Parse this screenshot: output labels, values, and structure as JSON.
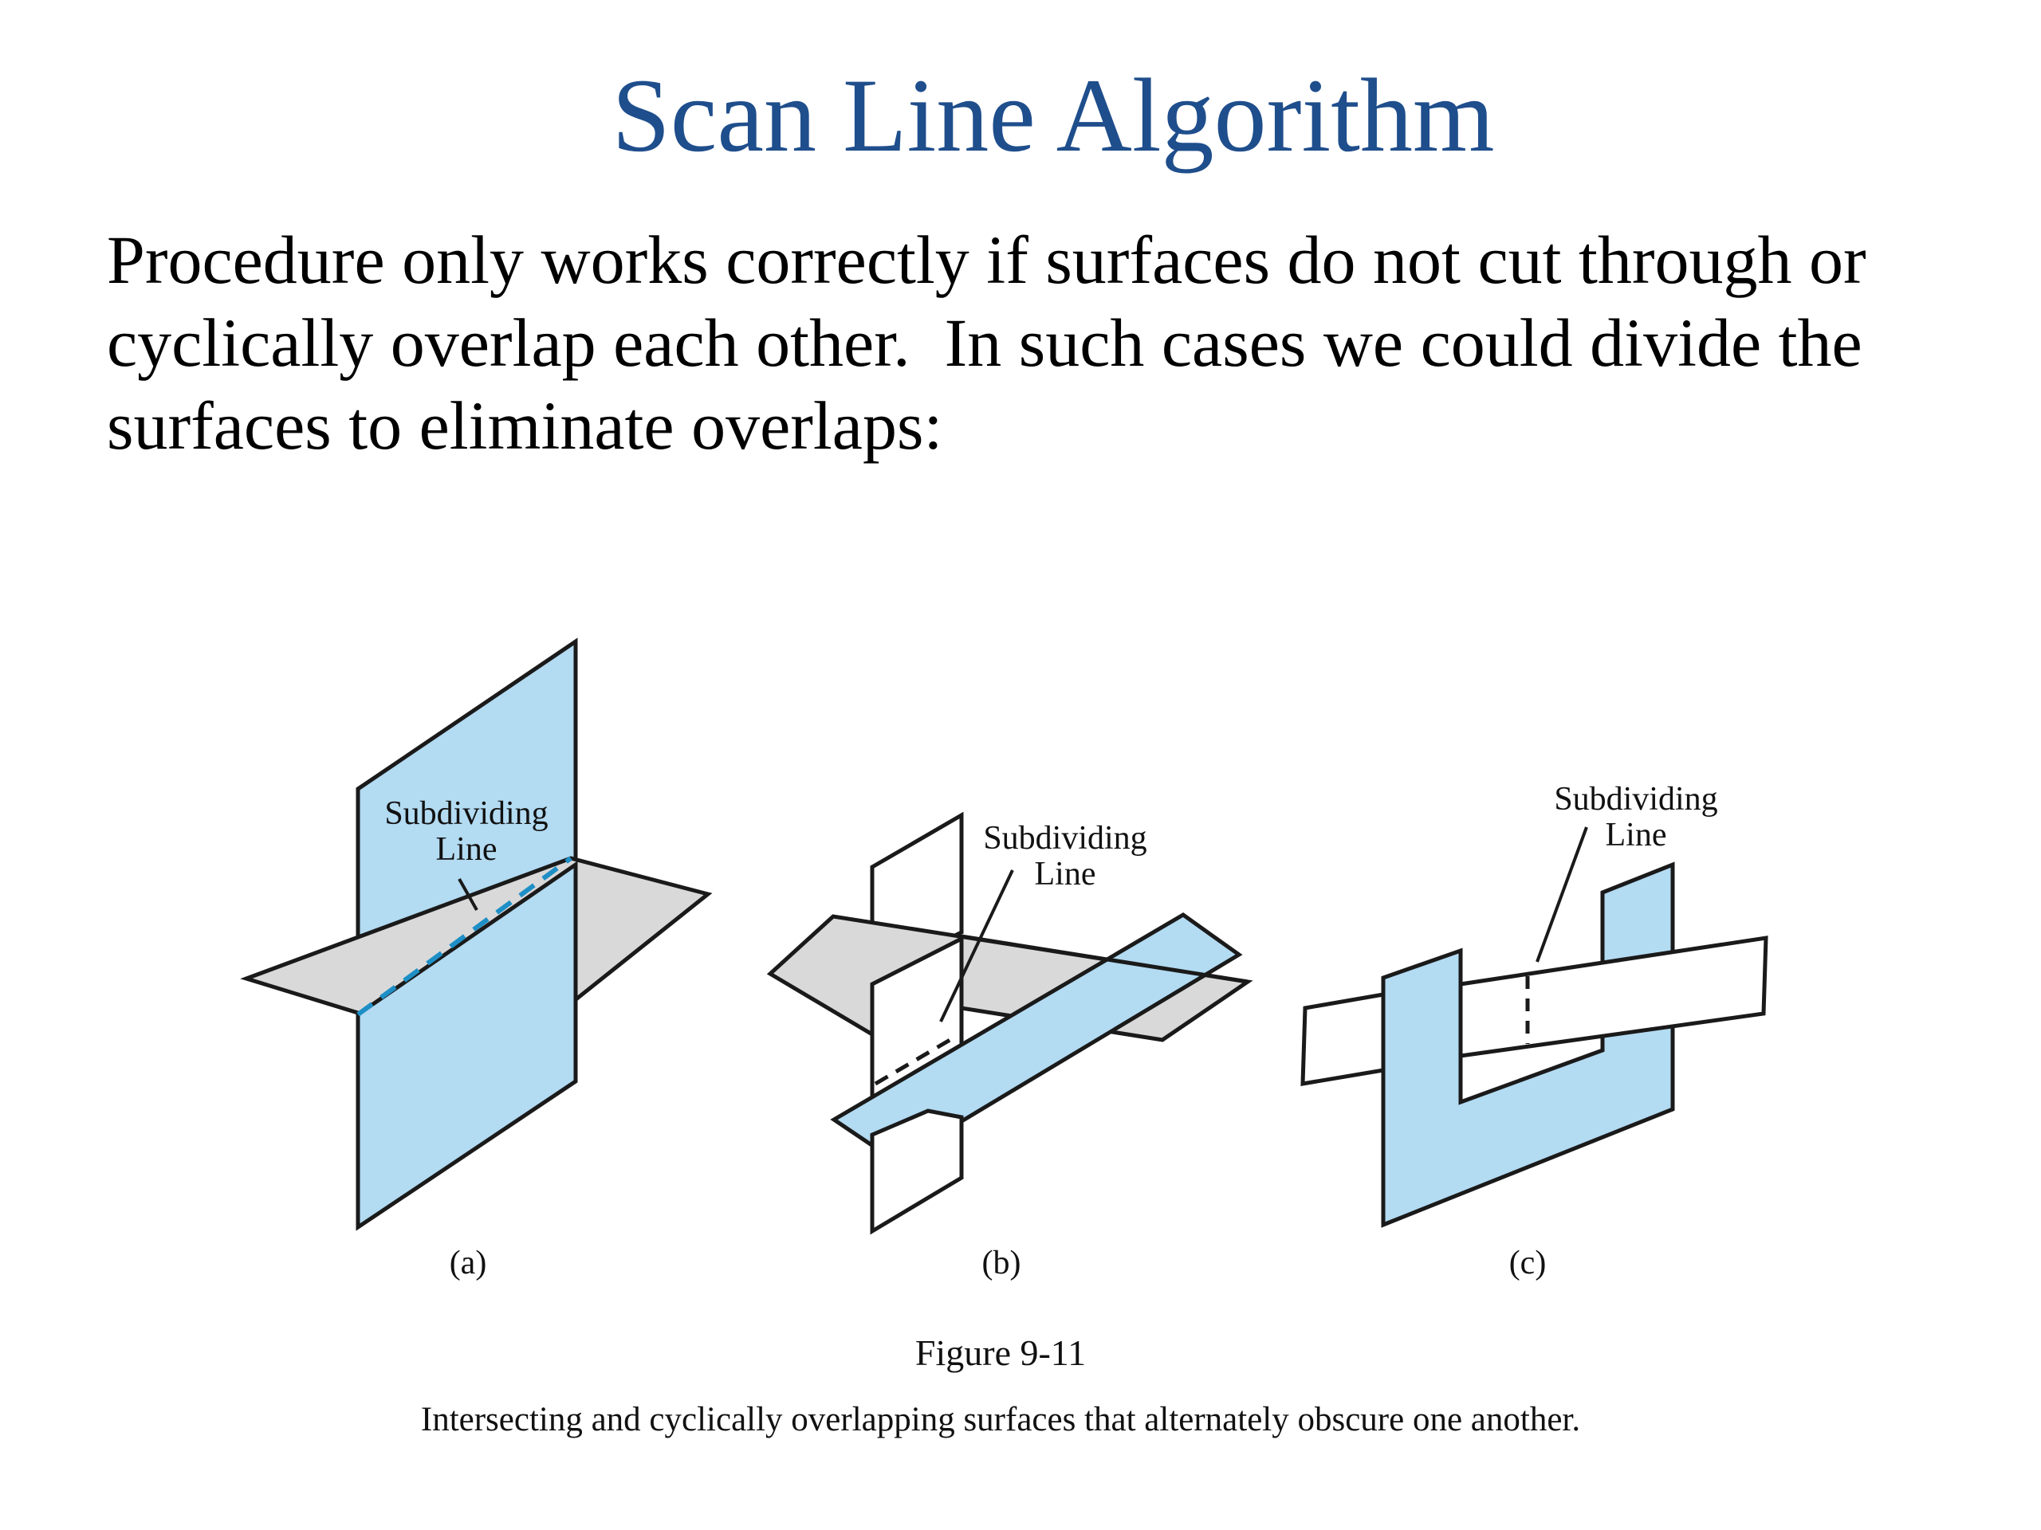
{
  "slide": {
    "title": "Scan Line Algorithm",
    "body_lines": [
      "Procedure only works correctly if surfaces do not cut through or",
      "cyclically overlap each other.  In such cases we could divide the",
      "surfaces to eliminate overlaps:"
    ]
  },
  "figure": {
    "panels": [
      {
        "id": "a",
        "label": "(a)",
        "callout_lines": [
          "Subdividing",
          "Line"
        ]
      },
      {
        "id": "b",
        "label": "(b)",
        "callout_lines": [
          "Subdividing",
          "Line"
        ]
      },
      {
        "id": "c",
        "label": "(c)",
        "callout_lines": [
          "Subdividing",
          "Line"
        ]
      }
    ],
    "caption_title": "Figure 9-11",
    "caption_text": "Intersecting and cyclically overlapping surfaces that alternately obscure one another."
  },
  "colors": {
    "title": "#1f4e8c",
    "blue_surface": "#b3dbf2",
    "gray_surface": "#d9d9d9",
    "white_surface": "#ffffff",
    "outline": "#1a1a1a",
    "subdividing_line_a": "#1e8fc6"
  }
}
